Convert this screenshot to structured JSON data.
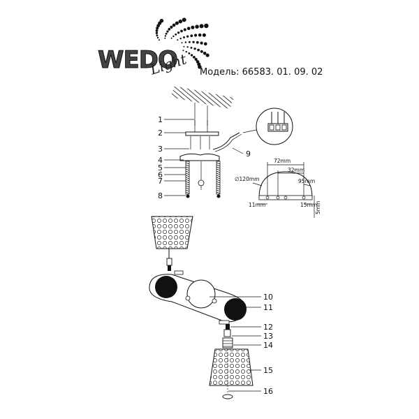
{
  "logo": {
    "brand_main": "WEDO",
    "brand_script": "Light"
  },
  "model_text": "Модель: 66583. 01. 09. 02",
  "mount_labels": [
    "1",
    "2",
    "3",
    "4",
    "5",
    "6",
    "7",
    "8",
    "9"
  ],
  "fixture_labels": [
    "10",
    "11",
    "12",
    "13",
    "14",
    "15",
    "16"
  ],
  "dimensions": {
    "d72": "72mm",
    "d32": "32mm",
    "d120": "∅120mm",
    "d95": "95mm",
    "d11": "11mm",
    "d15": "15mm",
    "d5": "5mm"
  }
}
